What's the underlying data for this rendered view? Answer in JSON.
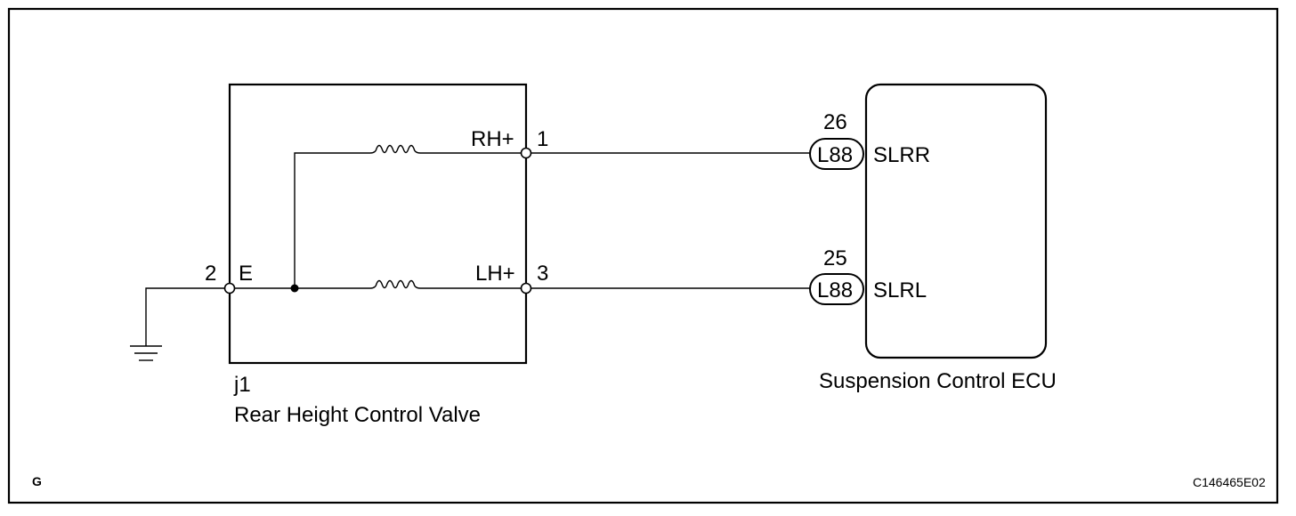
{
  "valve": {
    "connector_id": "j1",
    "name": "Rear Height Control Valve",
    "pins": [
      {
        "pin": "1",
        "signal": "RH+"
      },
      {
        "pin": "3",
        "signal": "LH+"
      },
      {
        "pin": "2",
        "signal": "E"
      }
    ]
  },
  "ecu": {
    "name": "Suspension Control ECU",
    "pins": [
      {
        "pin": "26",
        "connector": "L88",
        "signal": "SLRR"
      },
      {
        "pin": "25",
        "connector": "L88",
        "signal": "SLRL"
      }
    ]
  },
  "footer": {
    "section_letter": "G",
    "figure_code": "C146465E02"
  }
}
